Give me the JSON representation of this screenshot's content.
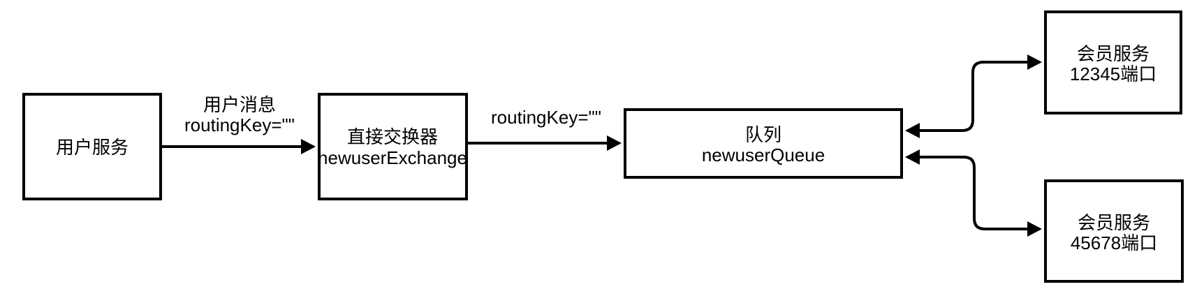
{
  "title": "direct-exchange-message-queue-diagram",
  "colors": {
    "background": "#ffffff",
    "stroke": "#000000",
    "text": "#000000"
  },
  "nodes": {
    "user_service": {
      "line1": "用户服务"
    },
    "exchange": {
      "line1": "直接交换器",
      "line2": "newuserExchange"
    },
    "queue": {
      "line1": "队列",
      "line2": "newuserQueue"
    },
    "member_service_top": {
      "line1": "会员服务",
      "line2": "12345端口"
    },
    "member_service_bottom": {
      "line1": "会员服务",
      "line2": "45678端口"
    }
  },
  "edge_labels": {
    "user_to_exchange": {
      "line1": "用户消息",
      "line2": "routingKey=\"\""
    },
    "exchange_to_queue": {
      "line1": "routingKey=\"\""
    }
  }
}
